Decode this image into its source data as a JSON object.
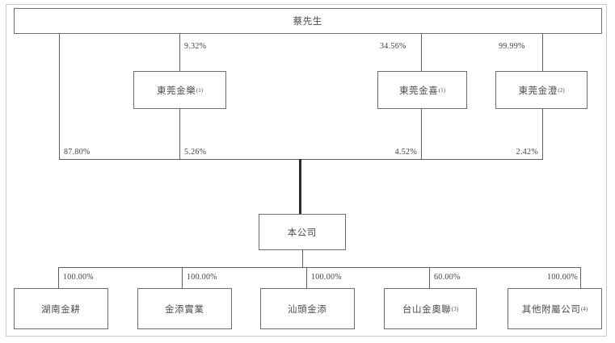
{
  "chart_data": {
    "type": "diagram",
    "title": "",
    "nodes": {
      "root": {
        "label": "蔡先生",
        "note": ""
      },
      "level2": [
        {
          "id": "dongguan-jinle",
          "label": "東莞金樂",
          "note": "(1)"
        },
        {
          "id": "dongguan-jinxi",
          "label": "東莞金喜",
          "note": "(1)"
        },
        {
          "id": "dongguan-jincheng",
          "label": "東莞金澄",
          "note": "(2)"
        }
      ],
      "company": {
        "label": "本公司",
        "note": ""
      },
      "subsidiaries": [
        {
          "id": "hunan-jingeng",
          "label": "湖南金耕",
          "note": ""
        },
        {
          "id": "jintian-shiye",
          "label": "金添實業",
          "note": ""
        },
        {
          "id": "shantou-jintian",
          "label": "汕頭金添",
          "note": ""
        },
        {
          "id": "taishan-jinaolian",
          "label": "台山金奧聯",
          "note": "(3)"
        },
        {
          "id": "other-subsidiaries",
          "label": "其他附屬公司",
          "note": "(4)"
        }
      ]
    },
    "edges_top": [
      {
        "from": "root",
        "to": "dongguan-jinle",
        "value": "9.32%"
      },
      {
        "from": "root",
        "to": "dongguan-jinxi",
        "value": "34.56%"
      },
      {
        "from": "root",
        "to": "dongguan-jincheng",
        "value": "99.99%"
      }
    ],
    "edges_to_company": [
      {
        "from": "root",
        "value": "87.80%"
      },
      {
        "from": "dongguan-jinle",
        "value": "5.26%"
      },
      {
        "from": "dongguan-jinxi",
        "value": "4.52%"
      },
      {
        "from": "dongguan-jincheng",
        "value": "2.42%"
      }
    ],
    "edges_to_subsidiaries": [
      {
        "to": "hunan-jingeng",
        "value": "100.00%"
      },
      {
        "to": "jintian-shiye",
        "value": "100.00%"
      },
      {
        "to": "shantou-jintian",
        "value": "100.00%"
      },
      {
        "to": "taishan-jinaolian",
        "value": "60.00%"
      },
      {
        "to": "other-subsidiaries",
        "value": "100.00%"
      }
    ],
    "colors": {
      "box_border": "#6d6d6d",
      "frame_border": "#c9c9c9",
      "line": "#5e5e5e",
      "line_emphasis": "#2b2b2b",
      "text": "#4a4a52",
      "background": "#ffffff"
    }
  }
}
